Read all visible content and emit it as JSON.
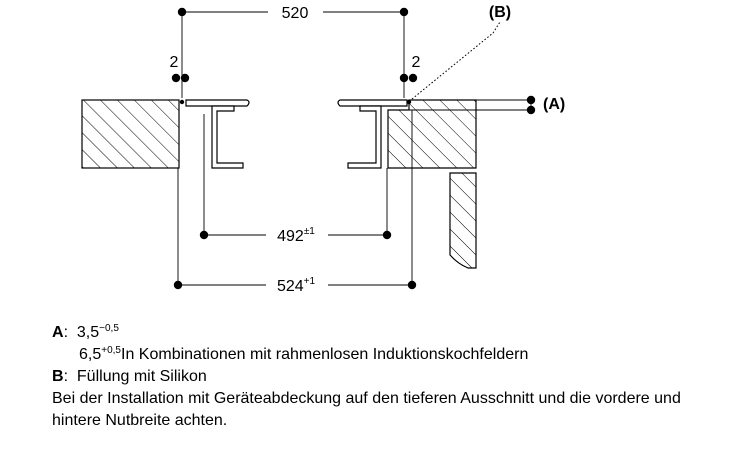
{
  "dimensions": {
    "top_width": "520",
    "gap_left": "2",
    "gap_right": "2",
    "inner_width": "492",
    "inner_tol": "±1",
    "outer_width": "524",
    "outer_tol": "+1"
  },
  "callouts": {
    "a": "(A)",
    "b": "(B)"
  },
  "legend": {
    "a_key": "A",
    "a_value": "3,5",
    "a_tol": "−0,5",
    "a2_value": "6,5",
    "a2_tol": "+0,5",
    "a2_text": "In Kombinationen mit rahmenlosen Induktionskochfeldern",
    "b_key": "B",
    "b_text": "Füllung mit Silikon"
  },
  "note": "Bei der Installation mit Geräteabdeckung auf den tieferen Ausschnitt und die vordere und hintere Nutbreite achten."
}
